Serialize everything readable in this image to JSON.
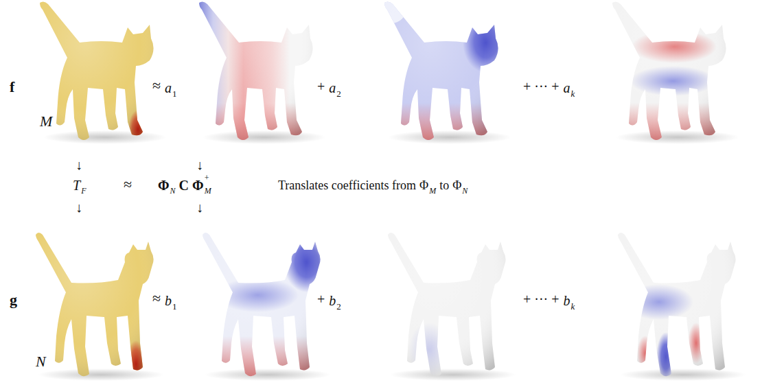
{
  "diagram": {
    "labels": [
      "f",
      "M",
      "≈",
      "a",
      "1",
      "+",
      "a",
      "2",
      "+ ··· +",
      "a",
      "k",
      "↓",
      "↓",
      "T",
      "F",
      "≈",
      "Φ",
      "N",
      "C",
      "Φ",
      "+",
      "M",
      "Translates coefficients from",
      "Φ",
      "M",
      "to",
      "Φ",
      "N",
      "↓",
      "↓",
      "g",
      "N",
      "≈",
      "b",
      "1",
      "+",
      "b",
      "2",
      "+ ··· +",
      "b",
      "k"
    ]
  }
}
